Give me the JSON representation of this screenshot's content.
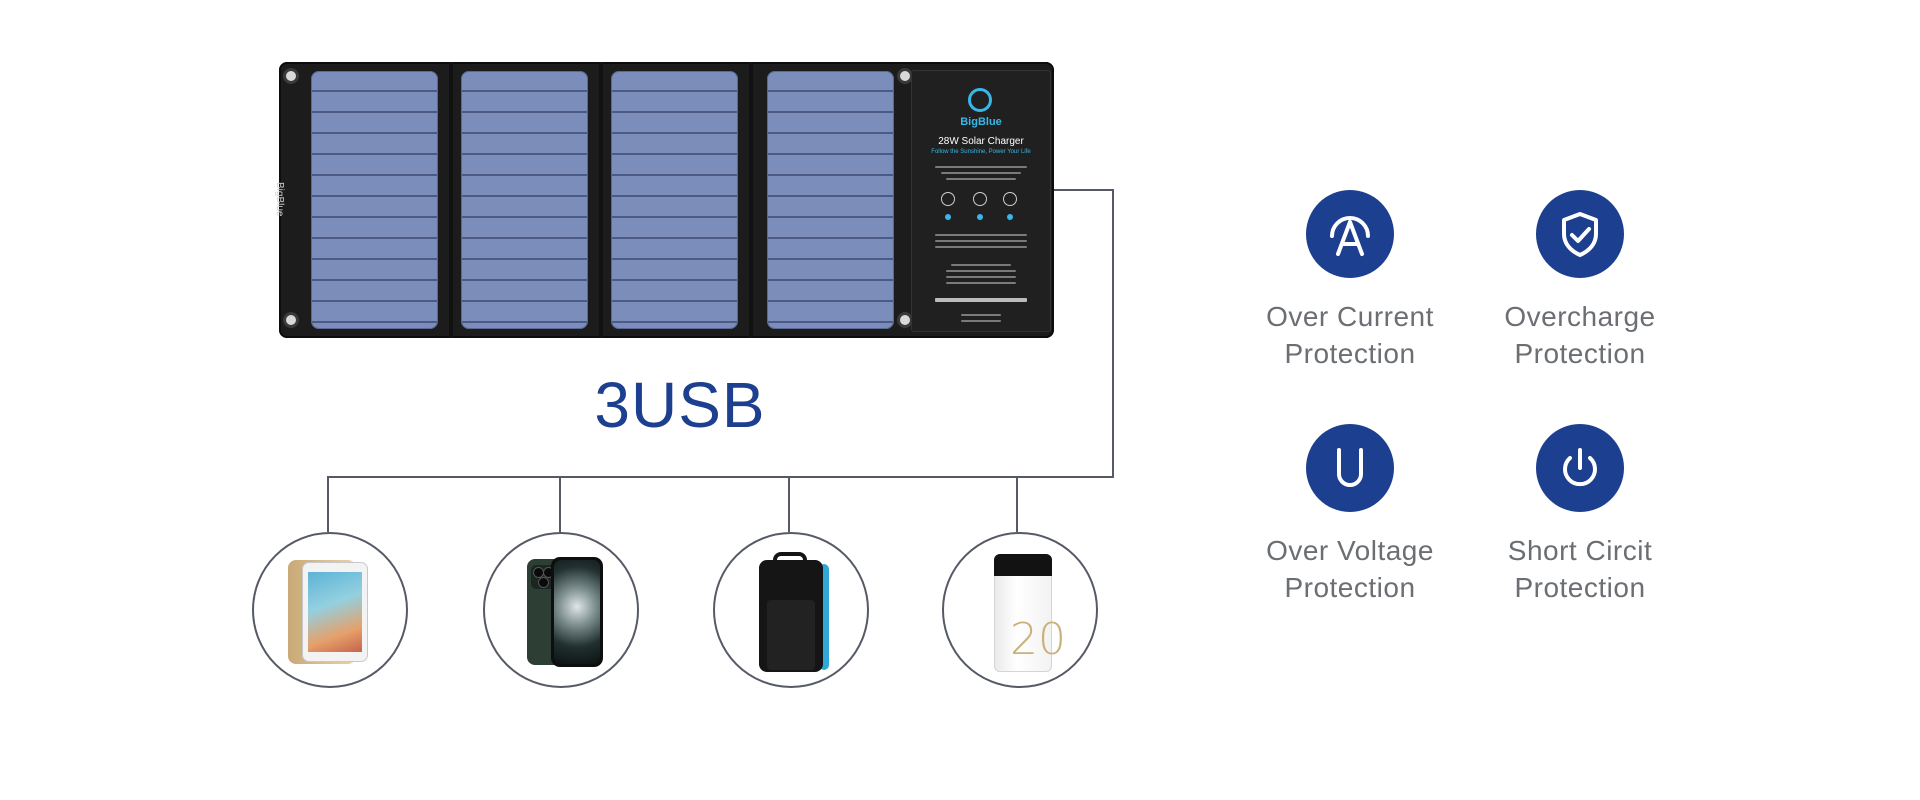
{
  "panel": {
    "brand": "BigBlue",
    "title": "28W Solar Charger",
    "tagline": "Follow the Sunshine, Power Your Life"
  },
  "usb_label": "3USB",
  "devices": [
    {
      "name": "tablet",
      "icon": "tablet-icon"
    },
    {
      "name": "smartphone",
      "icon": "phone-icon"
    },
    {
      "name": "rugged power bank",
      "icon": "power-bank-icon"
    },
    {
      "name": "white power bank",
      "icon": "power-bank-icon",
      "display_number": "20"
    }
  ],
  "features": [
    {
      "line1": "Over Current",
      "line2": "Protection",
      "icon": "current-icon"
    },
    {
      "line1": "Overcharge",
      "line2": "Protection",
      "icon": "shield-check-icon"
    },
    {
      "line1": "Over Voltage",
      "line2": "Protection",
      "icon": "voltage-icon"
    },
    {
      "line1": "Short Circit",
      "line2": "Protection",
      "icon": "power-icon"
    }
  ],
  "colors": {
    "accent_blue": "#1d3f8f",
    "label_gray": "#6b6e73",
    "wire": "#555a66",
    "panel_cell": "#7b8dbb",
    "brand_cyan": "#37b8e8"
  }
}
